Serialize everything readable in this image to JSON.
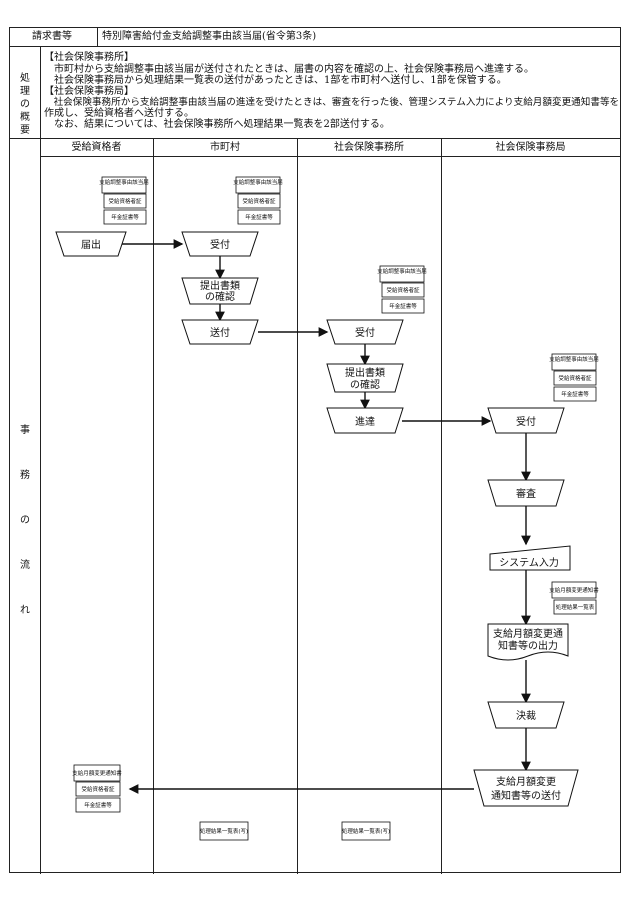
{
  "header": {
    "label": "請求書等",
    "title": "特別障害給付金支給調整事由該当届(省令第3条)"
  },
  "overview": {
    "side_label": "処理の概要",
    "lines": [
      "【社会保険事務所】",
      "　市町村から支給調整事由該当届が送付されたときは、届書の内容を確認の上、社会保険事務局へ進達する。",
      "　社会保険事務局から処理結果一覧表の送付があったときは、1部を市町村へ送付し、1部を保管する。",
      "【社会保険事務局】",
      "　社会保険事務所から支給調整事由該当届の進達を受けたときは、審査を行った後、管理システム入力により支給月額変更通知書等を",
      "作成し、受給資格者へ送付する。",
      "　なお、結果については、社会保険事務所へ処理結果一覧表を2部送付する。"
    ]
  },
  "flow": {
    "side_label": "事務の流れ",
    "lanes": [
      "受給資格者",
      "市町村",
      "社会保険事務所",
      "社会保険事務局"
    ],
    "docs": {
      "d1": "支給調整事由該当届",
      "d2": "受給資格者証",
      "d3": "年金証書等",
      "notice": "支給月額変更通知書",
      "result": "処理結果一覧表",
      "result_copy": "処理結果一覧表(写)"
    },
    "steps": {
      "todokede": "届出",
      "uketsuke": "受付",
      "kakunin1": "提出書類",
      "kakunin2": "の確認",
      "soufu": "送付",
      "shintatsu": "進達",
      "shinsa": "審査",
      "system": "システム入力",
      "output1": "支給月額変更通",
      "output2": "知書等の出力",
      "kessai": "決裁",
      "send1": "支給月額変更",
      "send2": "通知書等の送付"
    }
  }
}
